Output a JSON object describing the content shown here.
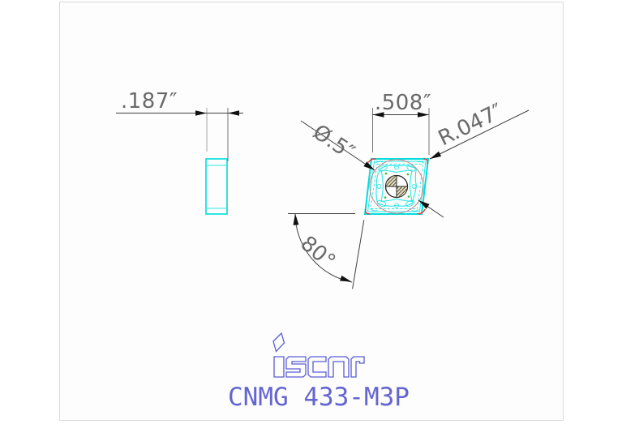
{
  "drawing": {
    "dimensions": {
      "thickness": ".187″",
      "edge_length": ".508″",
      "inscribed_circle": "Ø.5″",
      "corner_radius": "R.047″",
      "included_angle": "80°"
    },
    "branding": {
      "logo_text": "iscar",
      "part_number": "CNMG 433-M3P"
    },
    "colors": {
      "insert_cyan": "#00dddd",
      "corner_mark_red": "#ee3333",
      "inscribed_circle_rose": "#cc8484",
      "hole_hatch_tan": "#e6dfc4",
      "brand_blue": "#5b5bd6",
      "dimension_line_gray": "#3f3f3f",
      "dimension_text_gray": "#6a6a6a",
      "paper": "#fcfdfc",
      "frame": "#d8dcd8"
    }
  }
}
